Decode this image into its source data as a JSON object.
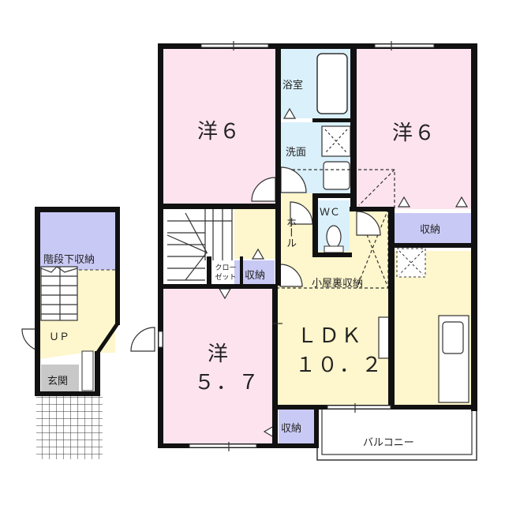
{
  "colors": {
    "western_room": "#fde3ee",
    "ldk_hall": "#fef6cc",
    "wet_area": "#daf0fb",
    "storage": "#c9c9f5",
    "entrance": "#c8c8c8",
    "wall": "#111111",
    "background": "#ffffff"
  },
  "floor_plan": {
    "rooms": [
      {
        "id": "western-room-1",
        "label": "洋６",
        "type": "western"
      },
      {
        "id": "western-room-2",
        "label": "洋６",
        "type": "western"
      },
      {
        "id": "western-room-3",
        "label_line1": "洋",
        "label_line2": "５．７",
        "type": "western"
      },
      {
        "id": "ldk",
        "label_line1": "ＬＤＫ",
        "label_line2": "１０．２",
        "type": "ldk"
      },
      {
        "id": "bathroom",
        "label": "浴室",
        "type": "wet"
      },
      {
        "id": "washroom",
        "label": "洗面",
        "type": "wet"
      },
      {
        "id": "toilet",
        "label": "ＷＣ",
        "type": "wet"
      },
      {
        "id": "hall",
        "label": "ホール",
        "type": "hall"
      },
      {
        "id": "storage-1",
        "label": "収納",
        "type": "storage"
      },
      {
        "id": "storage-2",
        "label": "収納",
        "type": "storage"
      },
      {
        "id": "storage-3",
        "label": "収納",
        "type": "storage"
      },
      {
        "id": "closet",
        "label_line1": "クロー",
        "label_line2": "ゼット",
        "type": "storage"
      },
      {
        "id": "attic-storage",
        "label": "小屋裏収納",
        "type": "attic"
      },
      {
        "id": "balcony",
        "label": "バルコニー",
        "type": "balcony"
      },
      {
        "id": "under-stairs-storage",
        "label": "階段下収納",
        "type": "storage"
      },
      {
        "id": "stairs-up",
        "label": "ＵＰ",
        "type": "hall"
      },
      {
        "id": "entrance",
        "label": "玄関",
        "type": "entrance"
      }
    ]
  }
}
